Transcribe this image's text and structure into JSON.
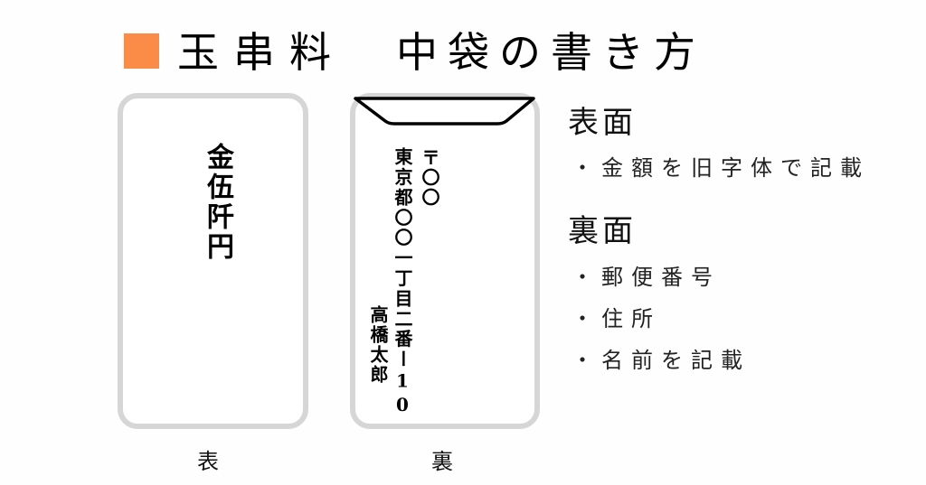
{
  "title": {
    "marker_color": "#fb8c48",
    "part1": "玉串料",
    "part2": "中袋の書き方"
  },
  "envelopes": {
    "front": {
      "amount_text": "金伍阡円",
      "label": "表"
    },
    "back": {
      "postal_code": "〒〇〇",
      "address": "東京都〇〇一丁目二番ー10",
      "name": "高橋太郎",
      "label": "裏"
    },
    "border_color": "#d6d6d6"
  },
  "instructions": {
    "front": {
      "heading": "表面",
      "items": [
        "・金額を旧字体で記載"
      ]
    },
    "back": {
      "heading": "裏面",
      "items": [
        "・郵便番号",
        "・住所",
        "・名前を記載"
      ]
    }
  }
}
